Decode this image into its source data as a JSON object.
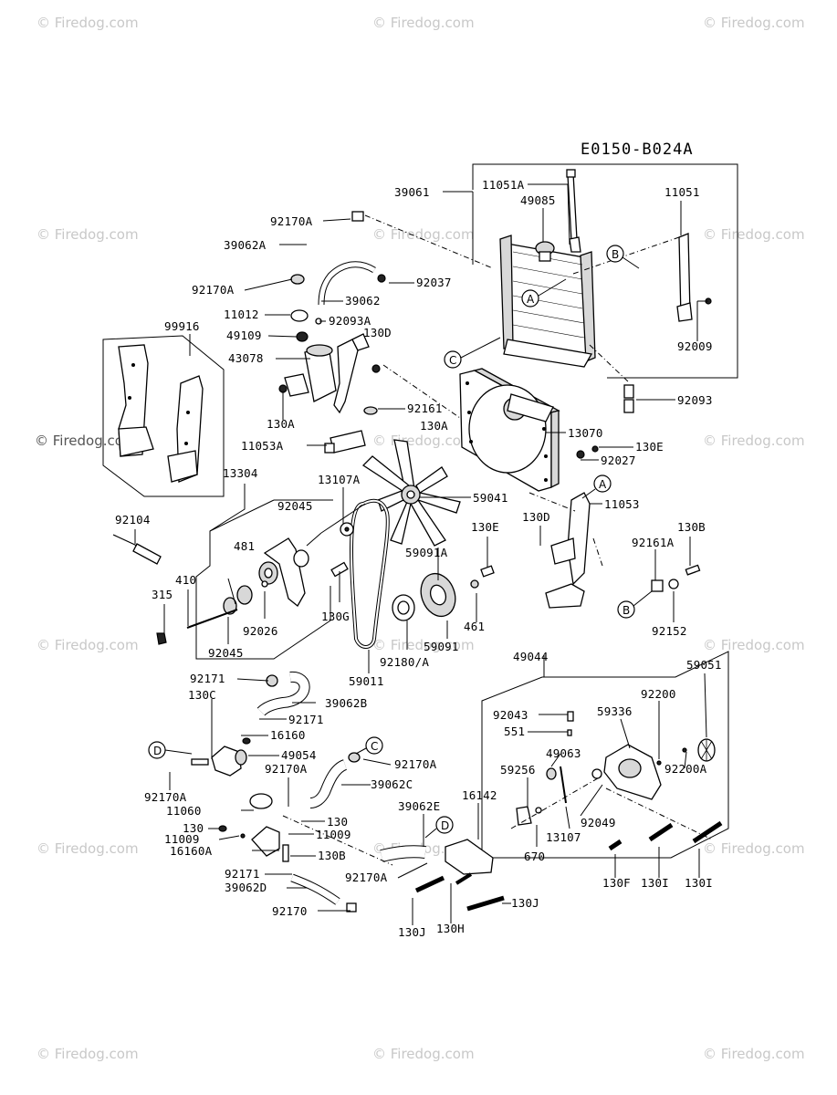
{
  "diagram_code": "E0150-B024A",
  "watermark": "© Firedog.com",
  "watermark_text": "Firedog.com",
  "labels": {
    "l39061": "39061",
    "l11051A": "11051A",
    "l49085": "49085",
    "l11051": "11051",
    "l92170A_1": "92170A",
    "l39062A": "39062A",
    "l92170A_2": "92170A",
    "l92037": "92037",
    "l39062": "39062",
    "l11012": "11012",
    "l92093A": "92093A",
    "l49109": "49109",
    "l130D_1": "130D",
    "l99916": "99916",
    "l43078": "43078",
    "l92009": "92009",
    "l92093": "92093",
    "l92161": "92161",
    "l130A_1": "130A",
    "l130A_2": "130A",
    "l13070": "13070",
    "l11053A": "11053A",
    "l130E_1": "130E",
    "l92027": "92027",
    "l13304": "13304",
    "l13107A": "13107A",
    "l92045_1": "92045",
    "l59041": "59041",
    "l11053": "11053",
    "l92104": "92104",
    "l481": "481",
    "l59091A": "59091A",
    "l130E_2": "130E",
    "l130D_2": "130D",
    "l130B_1": "130B",
    "l92161A": "92161A",
    "l410": "410",
    "l315": "315",
    "l130G": "130G",
    "l92026": "92026",
    "l92045_2": "92045",
    "l461": "461",
    "l59091": "59091",
    "l92152": "92152",
    "l92180A": "92180/A",
    "l59011": "59011",
    "l49044": "49044",
    "l92171_1": "92171",
    "l59051": "59051",
    "l130C": "130C",
    "l39062B": "39062B",
    "l92171_2": "92171",
    "l92200": "92200",
    "l92043": "92043",
    "l59336": "59336",
    "l16160": "16160",
    "l551": "551",
    "l49054": "49054",
    "l49063": "49063",
    "l92170A_3": "92170A",
    "l92170A_4": "92170A",
    "l92200A": "92200A",
    "l39062C": "39062C",
    "l59256": "59256",
    "l92170A_5": "92170A",
    "l16142": "16142",
    "l11060": "11060",
    "l39062E": "39062E",
    "l92049": "92049",
    "l130_1": "130",
    "l130_2": "130",
    "l11009_1": "11009",
    "l11009_2": "11009",
    "l13107": "13107",
    "l16160A": "16160A",
    "l130B_2": "130B",
    "l670": "670",
    "l92171_3": "92171",
    "l92170A_6": "92170A",
    "l39062D": "39062D",
    "l130J_1": "130J",
    "l130F": "130F",
    "l130I_1": "130I",
    "l130I_2": "130I",
    "l92170": "92170",
    "l130J_2": "130J",
    "l130H": "130H"
  },
  "callouts": {
    "A": "A",
    "B": "B",
    "C": "C",
    "D": "D"
  }
}
